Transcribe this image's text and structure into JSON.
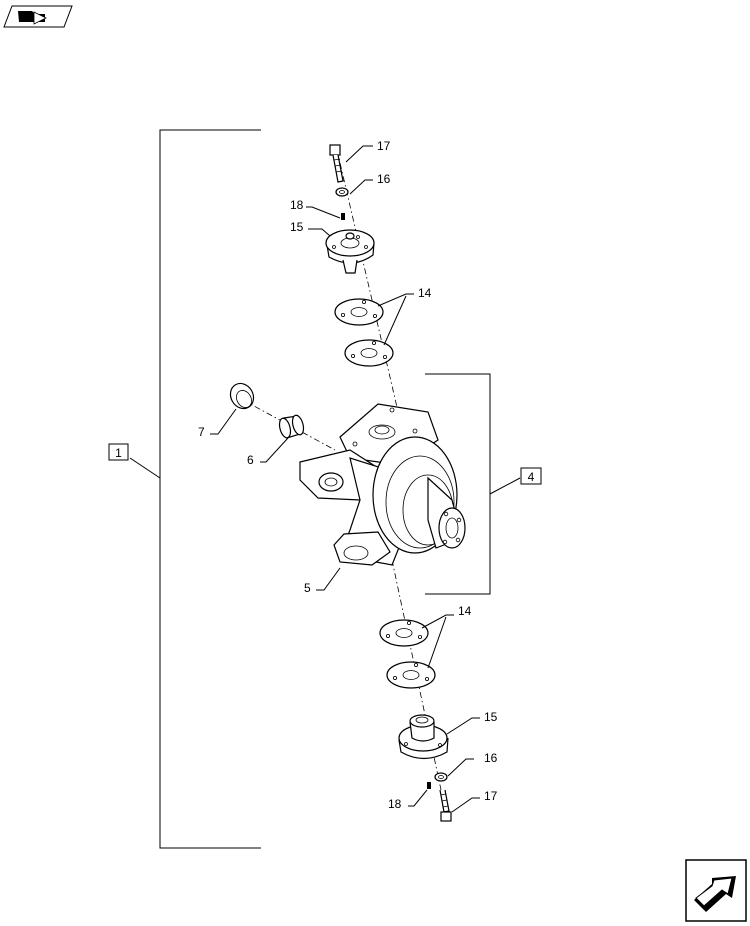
{
  "icons": {
    "top_left": "book-navigation-icon",
    "bottom_right": "next-page-arrow-icon"
  },
  "callouts": {
    "c1": "1",
    "c4": "4",
    "c5": "5",
    "c6": "6",
    "c7": "7",
    "c14a": "14",
    "c14b": "14",
    "c15a": "15",
    "c15b": "15",
    "c16a": "16",
    "c16b": "16",
    "c17a": "17",
    "c17b": "17",
    "c18a": "18",
    "c18b": "18"
  }
}
